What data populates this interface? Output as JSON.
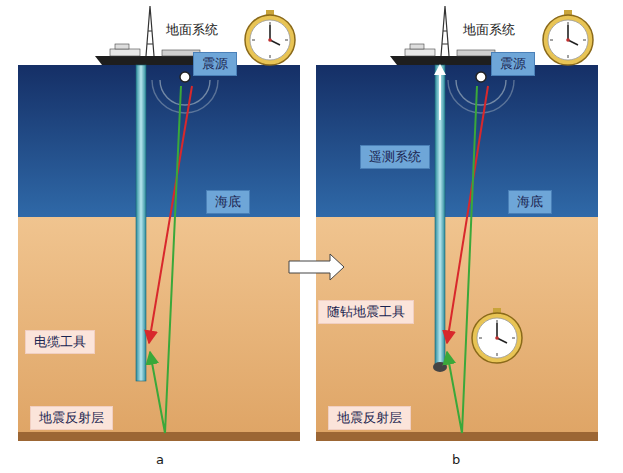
{
  "diagram": {
    "nodes": [
      {
        "text": [
          "震源"
        ]
      },
      {
        "text": [
          "海底"
        ]
      },
      {
        "text": [
          "电缆工具"
        ]
      },
      {
        "text": [
          "地震反射层"
        ]
      },
      {
        "text": [
          "震源"
        ]
      },
      {
        "text": [
          "遥测系统"
        ]
      },
      {
        "text": [
          "海底"
        ]
      },
      {
        "text": [
          "随钻地震工具"
        ]
      },
      {
        "text": [
          "地震反射层"
        ]
      }
    ],
    "labels": [
      "地面系统",
      "地面系统",
      "a",
      "b"
    ]
  }
}
